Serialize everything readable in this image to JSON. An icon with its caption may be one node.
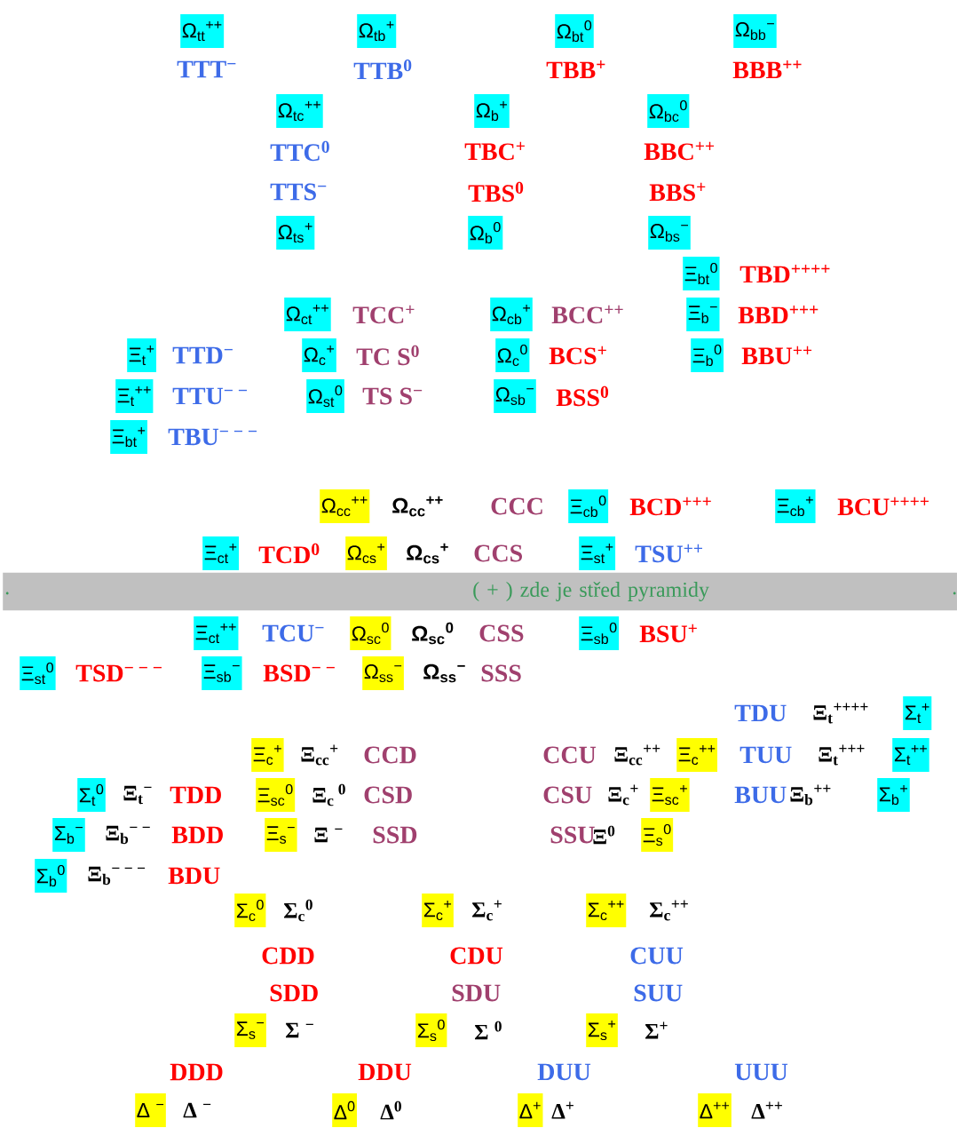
{
  "diagram": {
    "nodes": [
      {
        "text": [
          "Ω$_{tt}$$^{++}$"
        ]
      },
      {
        "text": [
          "Ω$_{tb}$$^{+}$"
        ]
      },
      {
        "text": [
          "Ω$_{bt}$$^{0}$"
        ]
      },
      {
        "text": [
          "Ω$_{bb}$$^{−}$"
        ]
      },
      {
        "text": [
          "Ω$_{tc}$$^{++}$"
        ]
      },
      {
        "text": [
          "Ω$_{b}$$^{+}$"
        ]
      },
      {
        "text": [
          "Ω$_{bc}$$^{0}$"
        ]
      },
      {
        "text": [
          "Ω$_{ts}$$^{+}$"
        ]
      },
      {
        "text": [
          "Ω$_{b}$$^{0}$"
        ]
      },
      {
        "text": [
          "Ω$_{bs}$$^{−}$"
        ]
      },
      {
        "text": [
          "Ξ$_{bt}$$^{0}$"
        ]
      },
      {
        "text": [
          "Ω$_{ct}$$^{++}$"
        ]
      },
      {
        "text": [
          "Ω$_{cb}$$^{+}$"
        ]
      },
      {
        "text": [
          "Ξ$_{b}$$^{−}$"
        ]
      },
      {
        "text": [
          "Ξ$_{t}$$^{+}$"
        ]
      },
      {
        "text": [
          "Ω$_{c}$$^{+}$"
        ]
      },
      {
        "text": [
          "Ω$_{c}$$^{0}$"
        ]
      },
      {
        "text": [
          "Ξ$_{b}$$^{0}$"
        ]
      },
      {
        "text": [
          "Ξ$_{t}$$^{++}$"
        ]
      },
      {
        "text": [
          "Ω$_{st}$$^{0}$"
        ]
      },
      {
        "text": [
          "Ω$_{sb}$$^{−}$"
        ]
      },
      {
        "text": [
          "Ξ$_{bt}$$^{+}$"
        ]
      },
      {
        "text": [
          "Ω$_{cc}$$^{++}$"
        ]
      },
      {
        "text": [
          "Ξ$_{cb}$$^{0}$"
        ]
      },
      {
        "text": [
          "Ξ$_{cb}$$^{+}$"
        ]
      },
      {
        "text": [
          "Ξ$_{ct}$$^{+}$"
        ]
      },
      {
        "text": [
          "Ω$_{cs}$$^{+}$"
        ]
      },
      {
        "text": [
          "Ξ$_{st}$$^{+}$"
        ]
      },
      {
        "text": [
          "( + ) zde je střed pyramidy"
        ]
      },
      {
        "text": [
          "Ξ$_{ct}$$^{++}$"
        ]
      },
      {
        "text": [
          "Ω$_{sc}$$^{0}$"
        ]
      },
      {
        "text": [
          "Ξ$_{sb}$$^{0}$"
        ]
      },
      {
        "text": [
          "Ξ$_{st}$$^{0}$"
        ]
      },
      {
        "text": [
          "Ξ$_{sb}$$^{−}$"
        ]
      },
      {
        "text": [
          "Ω$_{ss}$$^{−}$"
        ]
      },
      {
        "text": [
          "Σ$_{t}$$^{+}$"
        ]
      },
      {
        "text": [
          "Ξ$_{c}$$^{+}$"
        ]
      },
      {
        "text": [
          "Ξ$_{c}$$^{++}$"
        ]
      },
      {
        "text": [
          "Σ$_{t}$$^{++}$"
        ]
      },
      {
        "text": [
          "Σ$_{t}$$^{0}$"
        ]
      },
      {
        "text": [
          "Ξ$_{sc}$$^{0}$"
        ]
      },
      {
        "text": [
          "Ξ$_{sc}$$^{+}$"
        ]
      },
      {
        "text": [
          "Σ$_{b}$$^{+}$"
        ]
      },
      {
        "text": [
          "Σ$_{b}$$^{−}$"
        ]
      },
      {
        "text": [
          "Ξ$_{s}$$^{−}$"
        ]
      },
      {
        "text": [
          "Ξ$_{s}$$^{0}$"
        ]
      },
      {
        "text": [
          "Σ$_{b}$$^{0}$"
        ]
      },
      {
        "text": [
          "Σ$_{c}$$^{0}$"
        ]
      },
      {
        "text": [
          "Σ$_{c}$$^{+}$"
        ]
      },
      {
        "text": [
          "Σ$_{c}$$^{++}$"
        ]
      },
      {
        "text": [
          "Σ$_{s}$$^{−}$"
        ]
      },
      {
        "text": [
          "Σ$_{s}$$^{0}$"
        ]
      },
      {
        "text": [
          "Σ$_{s}$$^{+}$"
        ]
      },
      {
        "text": [
          "Δ $^{−}$"
        ]
      },
      {
        "text": [
          "Δ$^{0}$"
        ]
      },
      {
        "text": [
          "Δ$^{+}$"
        ]
      },
      {
        "text": [
          "Δ$^{++}$"
        ]
      }
    ],
    "labels": [
      "TTT$^{−}$",
      "TTB$^{0}$",
      "TBB$^{+}$",
      "BBB$^{++}$",
      "TTC$^{0}$",
      "TBC$^{+}$",
      "BBC$^{++}$",
      "TTS$^{−}$",
      "TBS$^{0}$",
      "BBS$^{+}$",
      "TBD$^{++++}$",
      "TCC$^{+}$",
      "BCC$^{++}$",
      "BBD$^{+++}$",
      "TTD$^{−}$",
      "TC S$^{0}$",
      "BCS$^{+}$",
      "BBU$^{++}$",
      "TTU$^{− −}$",
      "TS S$^{−}$",
      "BSS$^{0}$",
      "TBU$^{− − −}$",
      "Ω$_{cc}$$^{++}$",
      "CCC",
      "BCD$^{+++}$",
      "BCU$^{++++}$",
      "TCD$^{0}$",
      "Ω$_{cs}$$^{+}$",
      "CCS",
      "TSU$^{++}$",
      ".",
      ".",
      "TCU$^{−}$",
      "Ω$_{sc}$$^{0}$",
      "CSS",
      "BSU$^{+}$",
      "TSD$^{− − −}$",
      "BSD$^{− −}$",
      "Ω$_{ss}$$^{−}$",
      "SSS",
      "TDU",
      "Ξ$_{t}$$^{++++}$",
      "Ξ$_{cc}$$^{+}$",
      "CCD",
      "CCU",
      "Ξ$_{cc}$$^{++}$",
      "TUU",
      "Ξ$_{t}$$^{+++}$",
      "Ξ$_{t}$$^{−}$",
      "TDD",
      "Ξ$_{c}$$^{ 0}$",
      "CSD",
      "CSU",
      "Ξ$_{c}$$^{+}$",
      "BUU",
      "Ξ$_{b}$$^{++}$",
      "Ξ$_{b}$$^{− −}$",
      "BDD",
      "Ξ $^{−}$",
      "SSD",
      "SSU",
      "Ξ$^{0}$",
      "Ξ$_{b}$$^{− − −}$",
      "BDU",
      "Σ$_{c}$$^{0}$",
      "Σ$_{c}$$^{+}$",
      "Σ$_{c}$$^{++}$",
      "CDD",
      "CDU",
      "CUU",
      "SDD",
      "SDU",
      "SUU",
      "Σ $^{−}$",
      "Σ $^{0}$",
      "Σ$^{+}$",
      "DDD",
      "DDU",
      "DUU",
      "UUU",
      "Δ $^{−}$",
      "Δ$^{0}$",
      "Δ$^{+}$",
      "Δ$^{++}$"
    ]
  }
}
